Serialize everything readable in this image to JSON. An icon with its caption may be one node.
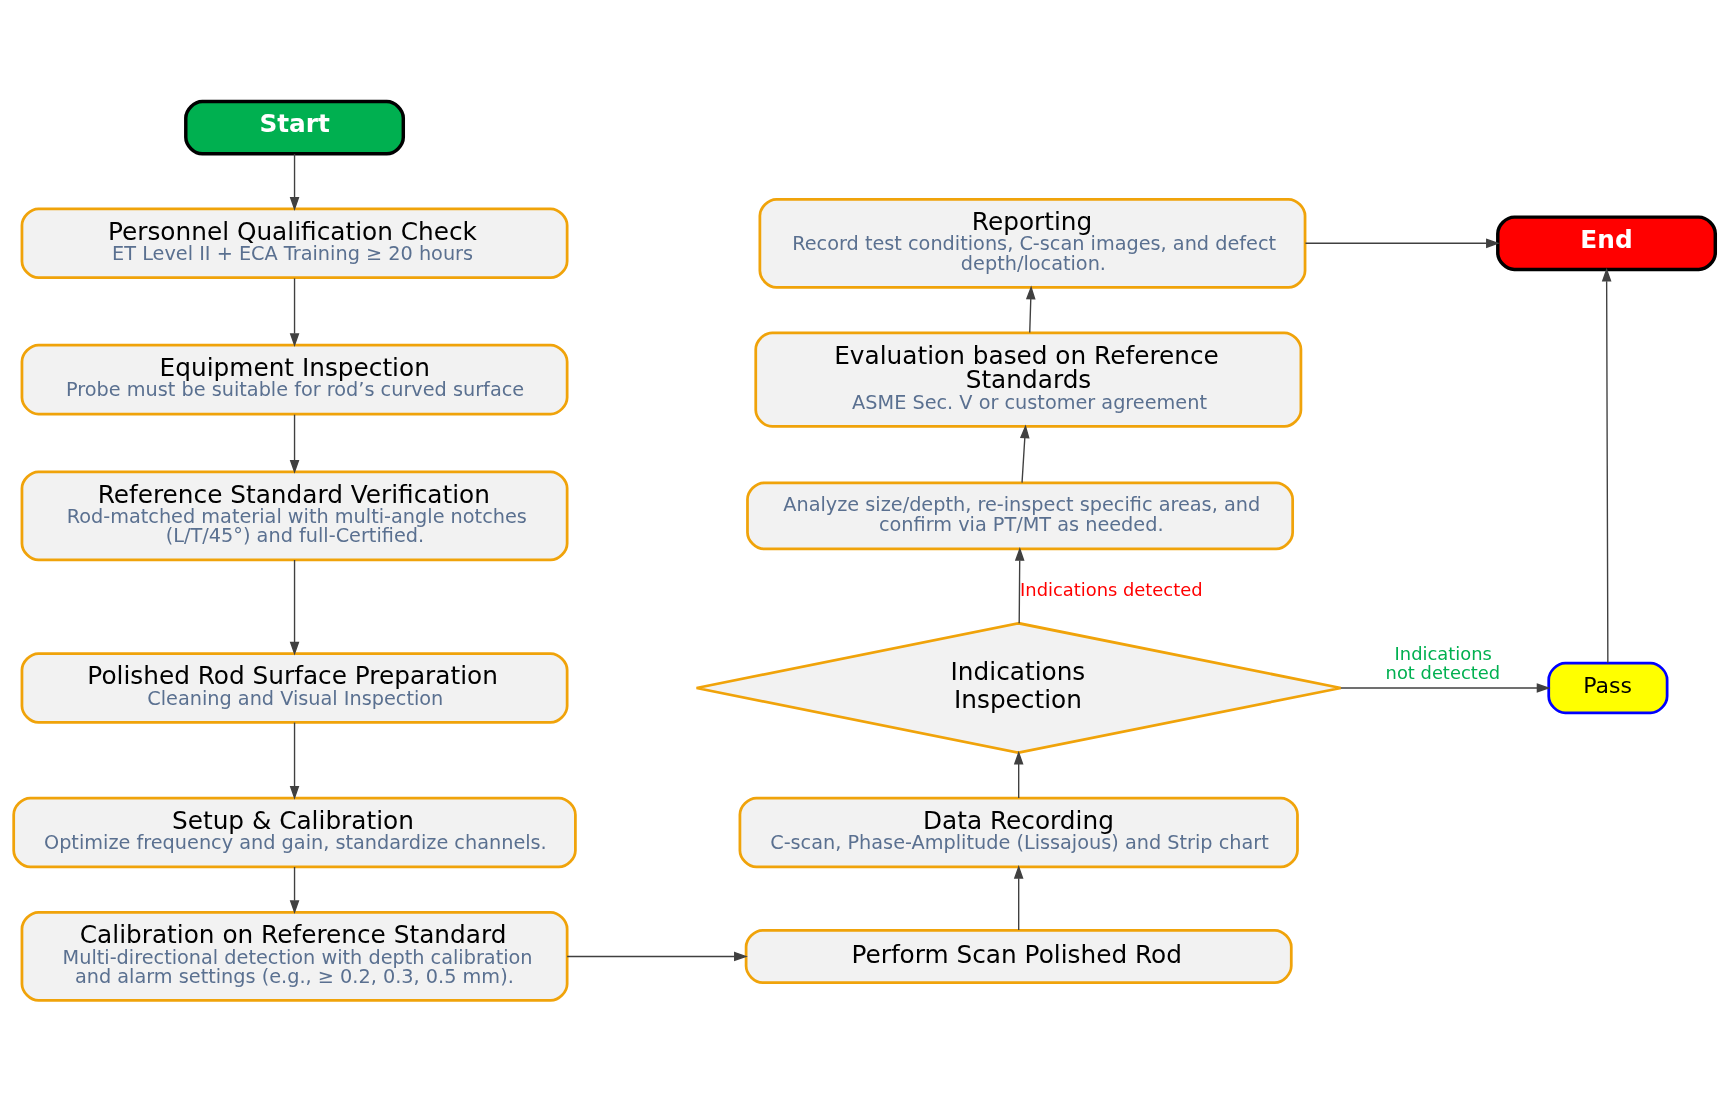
{
  "diagram": {
    "nodes": [
      {
        "text": [
          "Start"
        ]
      },
      {
        "text": [
          "Personnel Qualification Check",
          "ET Level II + ECA Training ≥ 20 hours"
        ]
      },
      {
        "text": [
          "Equipment Inspection",
          "Probe must be suitable for rod’s curved surface"
        ]
      },
      {
        "text": [
          "Reference Standard Verification",
          "Rod-matched material with multi-angle notches (L/T/45°) and full-Certified."
        ]
      },
      {
        "text": [
          "Polished Rod Surface Preparation",
          "Cleaning and Visual Inspection"
        ]
      },
      {
        "text": [
          "Setup & Calibration",
          "Optimize frequency and gain, standardize channels."
        ]
      },
      {
        "text": [
          "Calibration on Reference Standard",
          "Multi-directional detection with depth calibration and alarm settings (e.g., ≥ 0.2, 0.3, 0.5 mm)."
        ]
      },
      {
        "text": [
          "Perform Scan Polished Rod"
        ]
      },
      {
        "text": [
          "Data Recording",
          "C-scan, Phase-Amplitude (Lissajous) and Strip chart"
        ]
      },
      {
        "text": [
          "Indications Inspection"
        ]
      },
      {
        "text": [
          "Analyze size/depth, re-inspect specific areas, and confirm via PT/MT as needed."
        ]
      },
      {
        "text": [
          "Evaluation based on Reference Standards",
          "ASME Sec. V or customer agreement"
        ]
      },
      {
        "text": [
          "Reporting",
          "Record test conditions, C-scan images, and defect depth/location."
        ]
      },
      {
        "text": [
          "Pass"
        ]
      },
      {
        "text": [
          "End"
        ]
      }
    ],
    "edges": [
      {
        "from": 0,
        "to": 1,
        "arrow": "to"
      },
      {
        "from": 1,
        "to": 2,
        "arrow": "to"
      },
      {
        "from": 2,
        "to": 3,
        "arrow": "to"
      },
      {
        "from": 3,
        "to": 4,
        "arrow": "to"
      },
      {
        "from": 4,
        "to": 5,
        "arrow": "to"
      },
      {
        "from": 5,
        "to": 6,
        "arrow": "to"
      },
      {
        "from": 6,
        "to": 7,
        "arrow": "to"
      },
      {
        "from": 7,
        "to": 8,
        "arrow": "to"
      },
      {
        "from": 8,
        "to": 9,
        "arrow": "to"
      },
      {
        "from": 9,
        "to": 10,
        "arrow": "to",
        "label": "Indications detected"
      },
      {
        "from": 9,
        "to": 13,
        "arrow": "to",
        "label": "Indications not detected"
      },
      {
        "from": 10,
        "to": 11,
        "arrow": "to"
      },
      {
        "from": 11,
        "to": 12,
        "arrow": "to"
      },
      {
        "from": 12,
        "to": 14,
        "arrow": "to"
      },
      {
        "from": 13,
        "to": 14,
        "arrow": "to"
      }
    ]
  }
}
